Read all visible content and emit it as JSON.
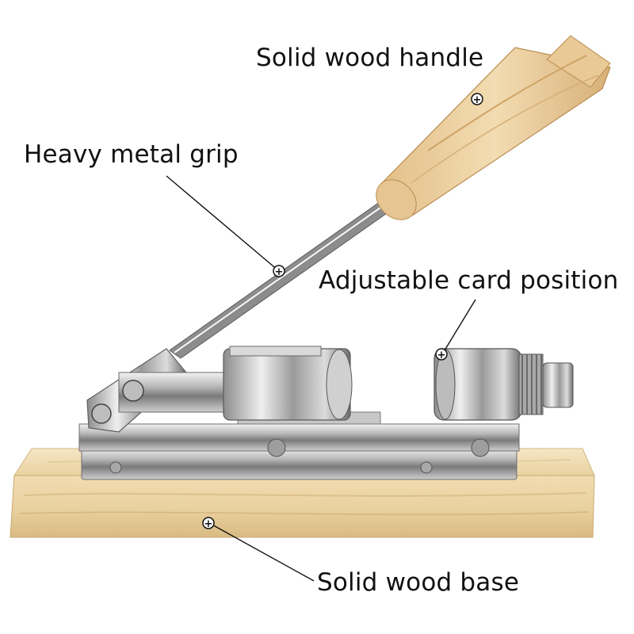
{
  "callouts": {
    "handle": "Solid wood handle",
    "grip": "Heavy metal grip",
    "card_position": "Adjustable card position",
    "base": "Solid wood base"
  },
  "marker_symbol": "+"
}
